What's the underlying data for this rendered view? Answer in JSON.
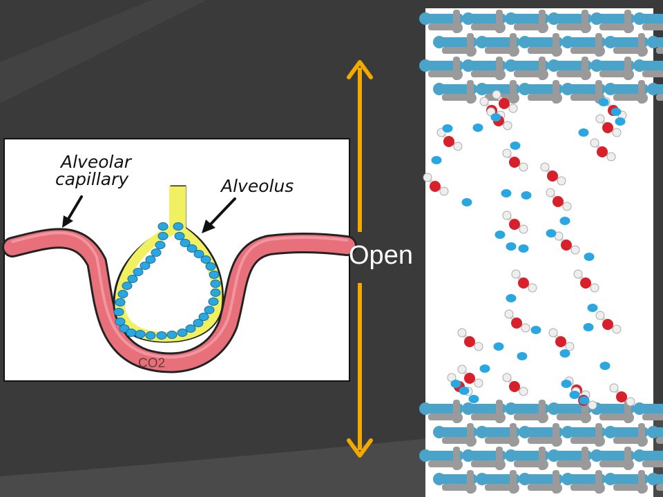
{
  "slide": {
    "background_color": "#3a3a3a",
    "accent_color": "#f2a900"
  },
  "diagram": {
    "label_capillary_line1": "Alveolar",
    "label_capillary_line2": "capillary",
    "label_alveolus": "Alveolus",
    "label_co2": "CO2",
    "colors": {
      "capillary": "#e8707a",
      "alveolus_wall": "#f0f060",
      "molecule": "#2aa6e0"
    }
  },
  "arrow": {
    "label": "Open"
  },
  "structure": {
    "colors": {
      "lattice_blue": "#4aa3c8",
      "lattice_gray": "#9a9a9a",
      "oxygen": "#d8202a",
      "hydrogen": "#eeeeee",
      "molecule": "#2aa6e0"
    }
  }
}
